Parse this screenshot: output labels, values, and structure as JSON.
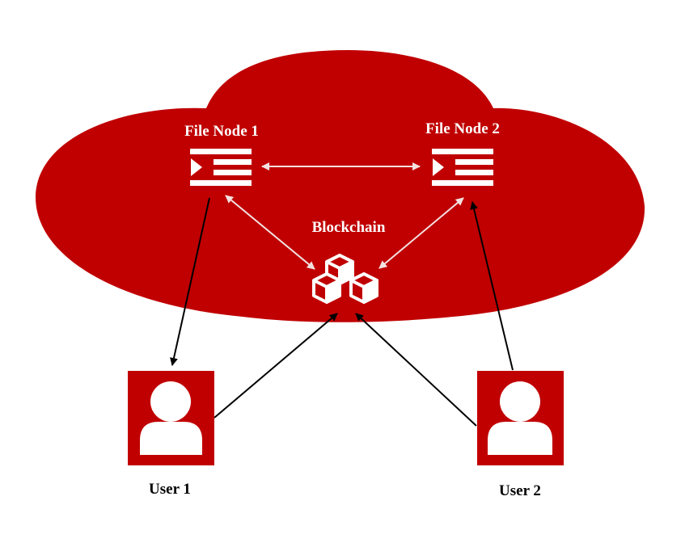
{
  "colors": {
    "cloud": "#c00000",
    "icon": "#ffffff",
    "user_box": "#c00000",
    "inner_arrow": "#f3e1e1",
    "outer_arrow": "#000000",
    "label_inside": "#ffffff",
    "label_outside": "#000000"
  },
  "nodes": {
    "file_node_1": {
      "label": "File Node 1",
      "icon": "file-server-icon"
    },
    "file_node_2": {
      "label": "File Node 2",
      "icon": "file-server-icon"
    },
    "blockchain": {
      "label": "Blockchain",
      "icon": "blocks-icon"
    },
    "user_1": {
      "label": "User 1",
      "icon": "user-icon"
    },
    "user_2": {
      "label": "User 2",
      "icon": "user-icon"
    }
  },
  "edges": [
    {
      "from": "file_node_1",
      "to": "file_node_2",
      "direction": "both"
    },
    {
      "from": "file_node_1",
      "to": "blockchain",
      "direction": "both"
    },
    {
      "from": "file_node_2",
      "to": "blockchain",
      "direction": "both"
    },
    {
      "from": "file_node_1",
      "to": "user_1",
      "direction": "forward"
    },
    {
      "from": "user_1",
      "to": "blockchain",
      "direction": "forward"
    },
    {
      "from": "user_2",
      "to": "blockchain",
      "direction": "forward"
    },
    {
      "from": "user_2",
      "to": "file_node_2",
      "direction": "forward"
    }
  ]
}
